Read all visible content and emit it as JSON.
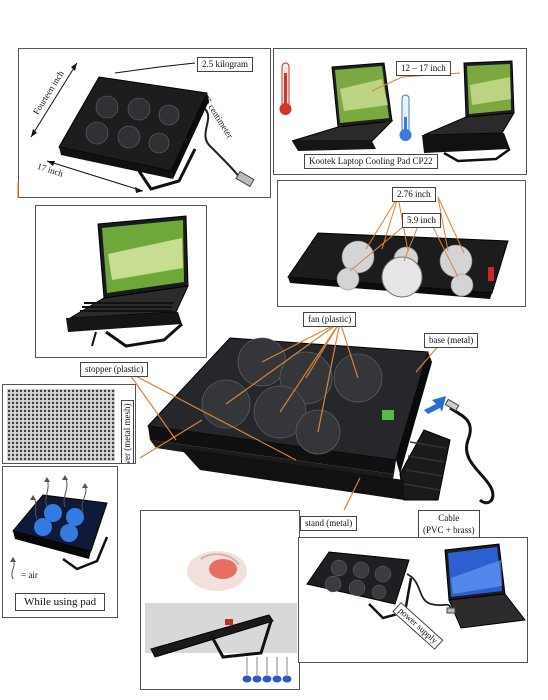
{
  "panels": {
    "dimensions": {
      "weight": "2.5 kilogram",
      "width": "Fourteen inch",
      "depth": "17 inch",
      "cable_length": "75 centimeter"
    },
    "temperature": {
      "size_range": "12 – 17 inch",
      "product_name": "Kootek Laptop Cooling Pad CP22"
    },
    "laptop_on_stand": {},
    "fans_top": {
      "large_fan": "2.76 inch",
      "small_fan": "5.9 inch"
    },
    "mesh": {
      "label": "cover (metal mesh)"
    },
    "usage": {
      "air_legend": "= air",
      "caption": "While using pad"
    },
    "adjust": {},
    "power": {
      "label": "power supply"
    }
  },
  "callouts": {
    "fan": "fan (plastic)",
    "base": "base (metal)",
    "stopper": "stopper (plastic)",
    "stand": "stand (metal)",
    "cable_line1": "Cable",
    "cable_line2": "(PVC + brass)"
  },
  "colors": {
    "leader": "#d9833a",
    "accent_blue": "#2a6fd0",
    "fan_glow": "#3a8cff",
    "thermo_hot": "#d6332a",
    "thermo_cold": "#3d7bd9"
  }
}
